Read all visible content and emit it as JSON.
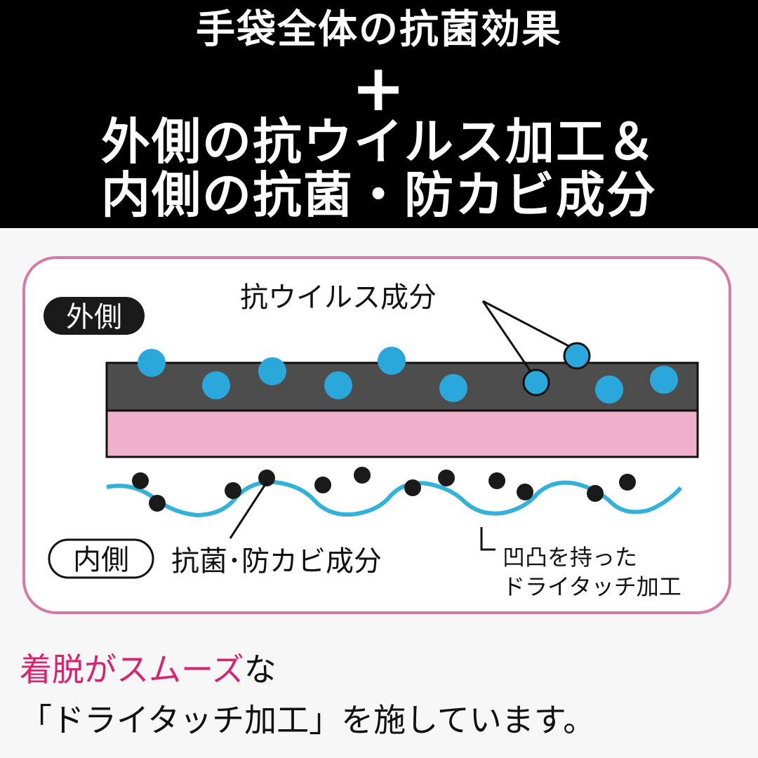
{
  "header": {
    "line1": "手袋全体の抗菌効果",
    "plus": "+",
    "line3": "外側の抗ウイルス加工＆",
    "line4": "内側の抗菌・防カビ成分"
  },
  "diagram": {
    "outer_label": "外側",
    "inner_label": "内側",
    "antiviral_label": "抗ウイルス成分",
    "antibacterial_label": "抗菌･防カビ成分",
    "texture_label_1": "凹凸を持った",
    "texture_label_2": "ドライタッチ加工",
    "colors": {
      "frame": "#d57aa6",
      "outer_layer": "#4d4d4d",
      "inner_layer": "#f0b0cb",
      "antiviral_dot": "#2aa8dc",
      "wave": "#33b1d8",
      "antibacterial_dot": "#1a1a1a"
    }
  },
  "footer": {
    "line1_pink": "着脱がスムーズ",
    "line1_rest": "な",
    "line2": "「ドライタッチ加工」を施しています。"
  }
}
